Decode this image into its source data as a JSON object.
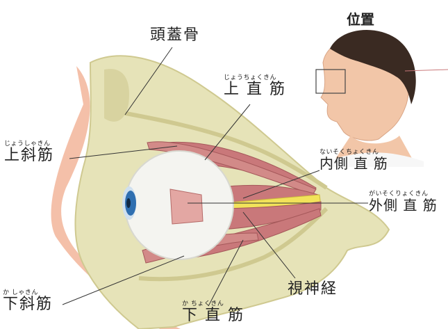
{
  "position_title": "位置",
  "labels": {
    "skull": {
      "main": "頭蓋骨",
      "ruby": ""
    },
    "superior_rectus": {
      "main": "上 直 筋",
      "ruby": "じょうちょくきん"
    },
    "superior_oblique": {
      "main": "上斜筋",
      "ruby": "じょうしゃきん"
    },
    "medial_rectus": {
      "main": "内側 直 筋",
      "ruby": "ないそくちょくきん"
    },
    "lateral_rectus": {
      "main": "外側 直 筋",
      "ruby": "がいそくりょくきん"
    },
    "optic_nerve": {
      "main": "視神経",
      "ruby": ""
    },
    "inferior_oblique": {
      "main": "下斜筋",
      "ruby": "か しゃきん"
    },
    "inferior_rectus": {
      "main": "下 直 筋",
      "ruby": "か ちょくきん"
    }
  },
  "colors": {
    "bone": "#e6e3b8",
    "bone_dark": "#cfc990",
    "skin": "#f3b9a0",
    "muscle": "#c9787a",
    "muscle_light": "#e3a7a3",
    "eyeball": "#f4f4f0",
    "iris": "#2f6fb0",
    "nerve": "#f2e35a",
    "leader_line": "#333333"
  }
}
